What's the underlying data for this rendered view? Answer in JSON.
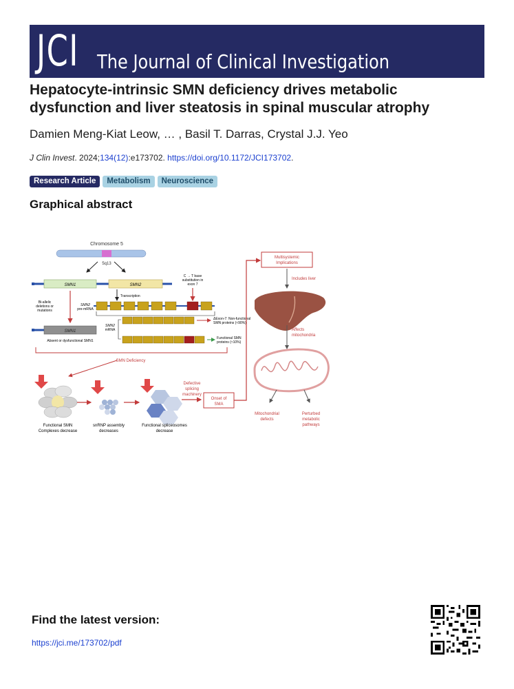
{
  "header": {
    "logo": "JCI",
    "journal_name": "The Journal of Clinical Investigation"
  },
  "article": {
    "title": "Hepatocyte-intrinsic SMN deficiency drives metabolic dysfunction and liver steatosis in spinal muscular atrophy",
    "authors": "Damien Meng-Kiat Leow, … , Basil T. Darras, Crystal J.J. Yeo",
    "citation_journal": "J Clin Invest",
    "citation_year_prefix": ". 2024;",
    "citation_volume": "134(12)",
    "citation_mid": ":e173702. ",
    "citation_doi": "https://doi.org/10.1172/JCI173702",
    "citation_end": ".",
    "tags": [
      "Research Article",
      "Metabolism",
      "Neuroscience"
    ]
  },
  "graphical_abstract": {
    "heading": "Graphical abstract",
    "labels": {
      "chromosome": "Chromosome 5",
      "locus": "5q13",
      "smn1": "SMN1",
      "smn2": "SMN2",
      "base_sub_1": "C → T base",
      "base_sub_2": "substitution in",
      "base_sub_3": "exon 7",
      "transcription": "Transcription",
      "biallelic_1": "Bi-allelic",
      "biallelic_2": "deletions or",
      "biallelic_3": "mutations",
      "pre_mrna_1": "SMN2",
      "pre_mrna_2": "pre-mRNA",
      "mrna_1": "SMN2",
      "mrna_2": "mRNA",
      "nonfunctional_1": "ΔExon-7: Non-functional",
      "nonfunctional_2": "SMN proteins (≈90%)",
      "functional_1": "Functional SMN",
      "functional_2": "proteins (≈10%)",
      "smn1_absent": "SMN1",
      "absent_text": "Absent or dysfunctional SMN1",
      "smn_deficiency": "SMN Deficiency",
      "complexes_1": "Functional SMN",
      "complexes_2": "Complexes decrease",
      "snrnp_1": "snRNP assembly",
      "snrnp_2": "decreases",
      "splice_1": "Functional spliceosomes",
      "splice_2": "decrease",
      "defective_1": "Defective",
      "defective_2": "splicing",
      "defective_3": "machinery",
      "onset_1": "Onset of",
      "onset_2": "SMA",
      "multisystemic_1": "Multisystemic",
      "multisystemic_2": "Implications",
      "includes_liver": "Includes liver",
      "affects_1": "Affects",
      "affects_2": "mitochondria",
      "mito_defects_1": "Mitochondrial",
      "mito_defects_2": "defects",
      "perturbed_1": "Perturbed",
      "perturbed_2": "metabolic",
      "perturbed_3": "pathways"
    },
    "colors": {
      "red": "#c23b3b",
      "navy": "#252a63",
      "smn_green": "#d9ecc4",
      "smn2_yellow": "#f2e6a6",
      "exon_gold": "#c8a21c",
      "liver": "#9a5243"
    }
  },
  "footer": {
    "heading": "Find the latest version:",
    "link": "https://jci.me/173702/pdf"
  }
}
